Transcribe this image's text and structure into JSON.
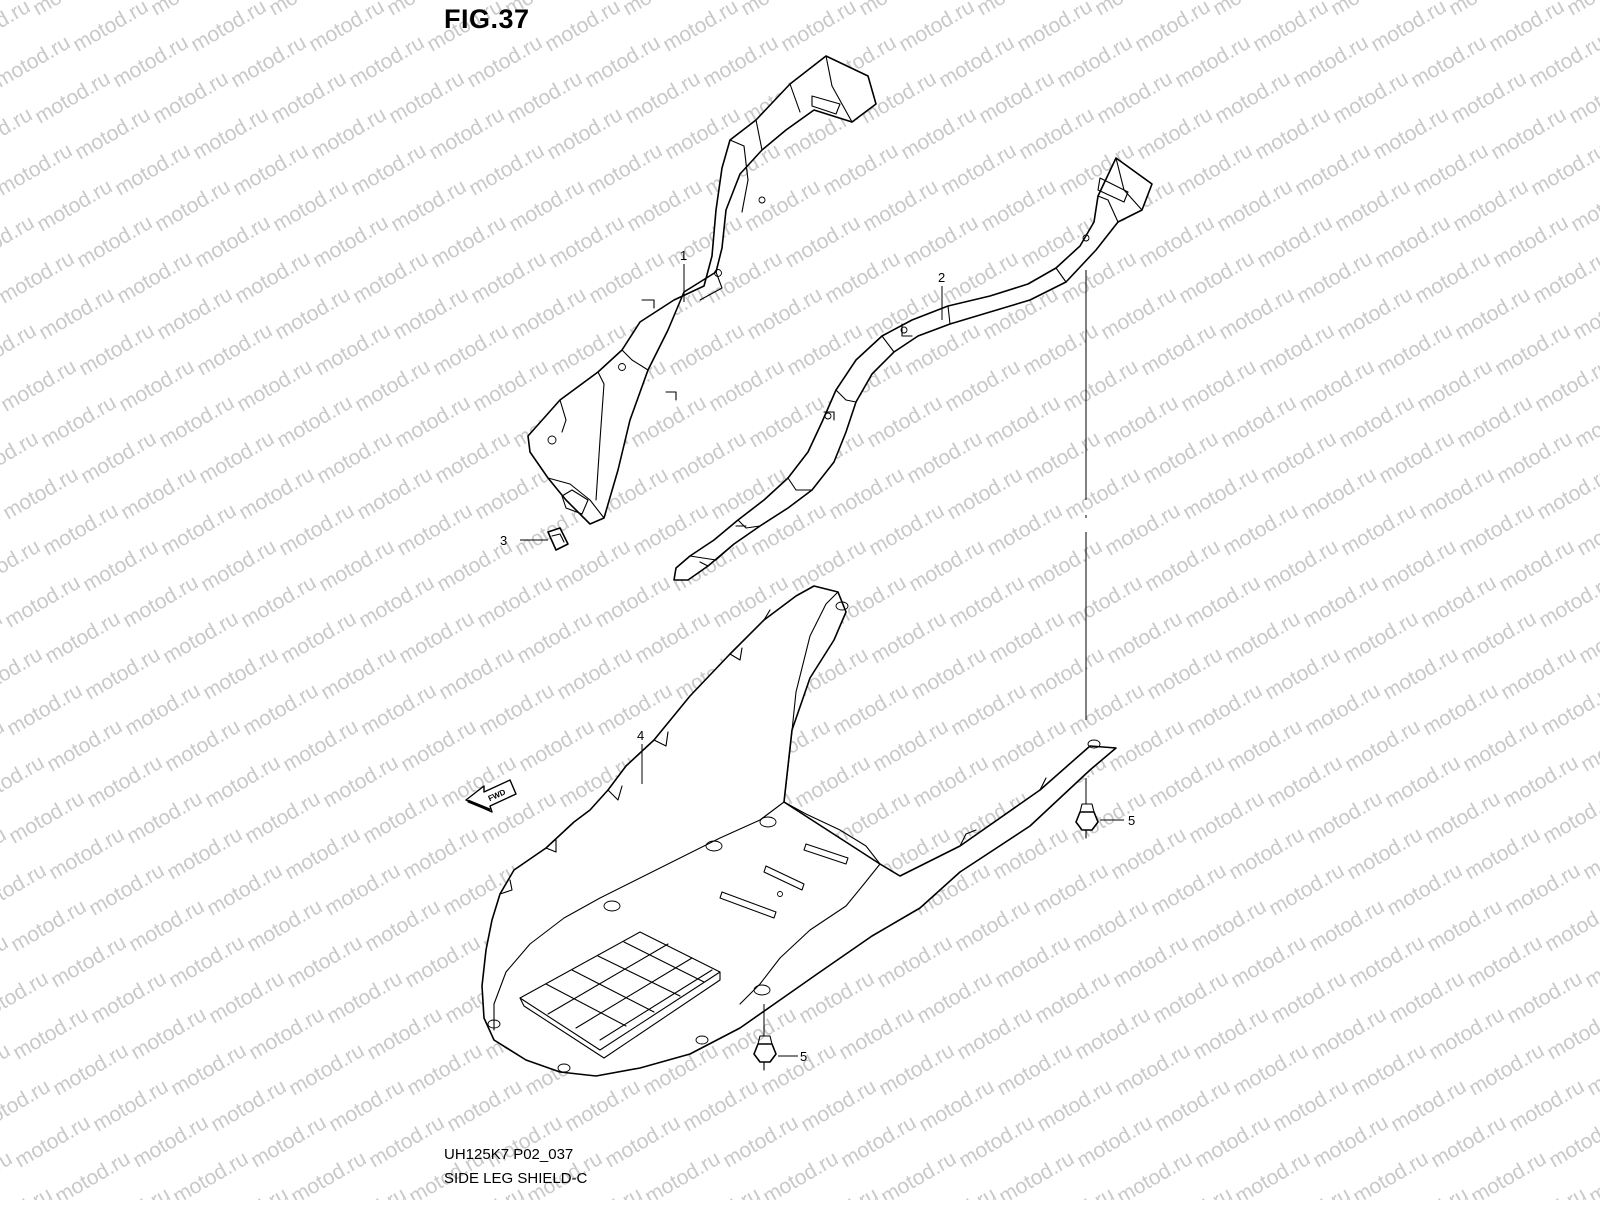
{
  "title": "FIG.37",
  "watermark": "motod.ru",
  "footer": {
    "code": "UH125K7 P02_037",
    "name": "SIDE LEG SHIELD-C"
  },
  "callouts": [
    "1",
    "2",
    "3",
    "4",
    "5",
    "5"
  ],
  "fwd_label": "FWD",
  "colors": {
    "line": "#000000",
    "watermark": "#c9c9c9",
    "background": "#ffffff"
  }
}
